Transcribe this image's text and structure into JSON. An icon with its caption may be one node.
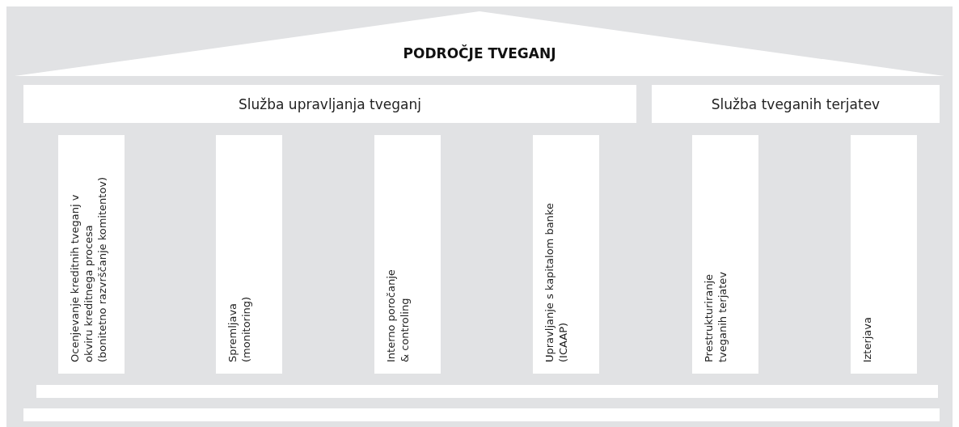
{
  "diagram": {
    "nodes": [
      {
        "text": [
          "PODROČJE TVEGANJ"
        ]
      },
      {
        "text": [
          "Služba upravljanja tveganj"
        ]
      },
      {
        "text": [
          "Služba tveganih terjatev"
        ]
      },
      {
        "text": [
          "Ocenjevanje kreditnih tveganj v okviru kreditnega procesa (bonitetno razvrščanje komitentov)"
        ]
      },
      {
        "text": [
          "Spremljava (monitoring)"
        ]
      },
      {
        "text": [
          "Interno poročanje & controling"
        ]
      },
      {
        "text": [
          "Upravljanje s kapitalom banke (ICAAP)"
        ]
      },
      {
        "text": [
          "Prestrukturiranje tveganih terjatev"
        ]
      },
      {
        "text": [
          "Izterjava"
        ]
      },
      {
        "text": [],
        "shape": "bar"
      },
      {
        "text": [],
        "shape": "bar"
      }
    ]
  }
}
